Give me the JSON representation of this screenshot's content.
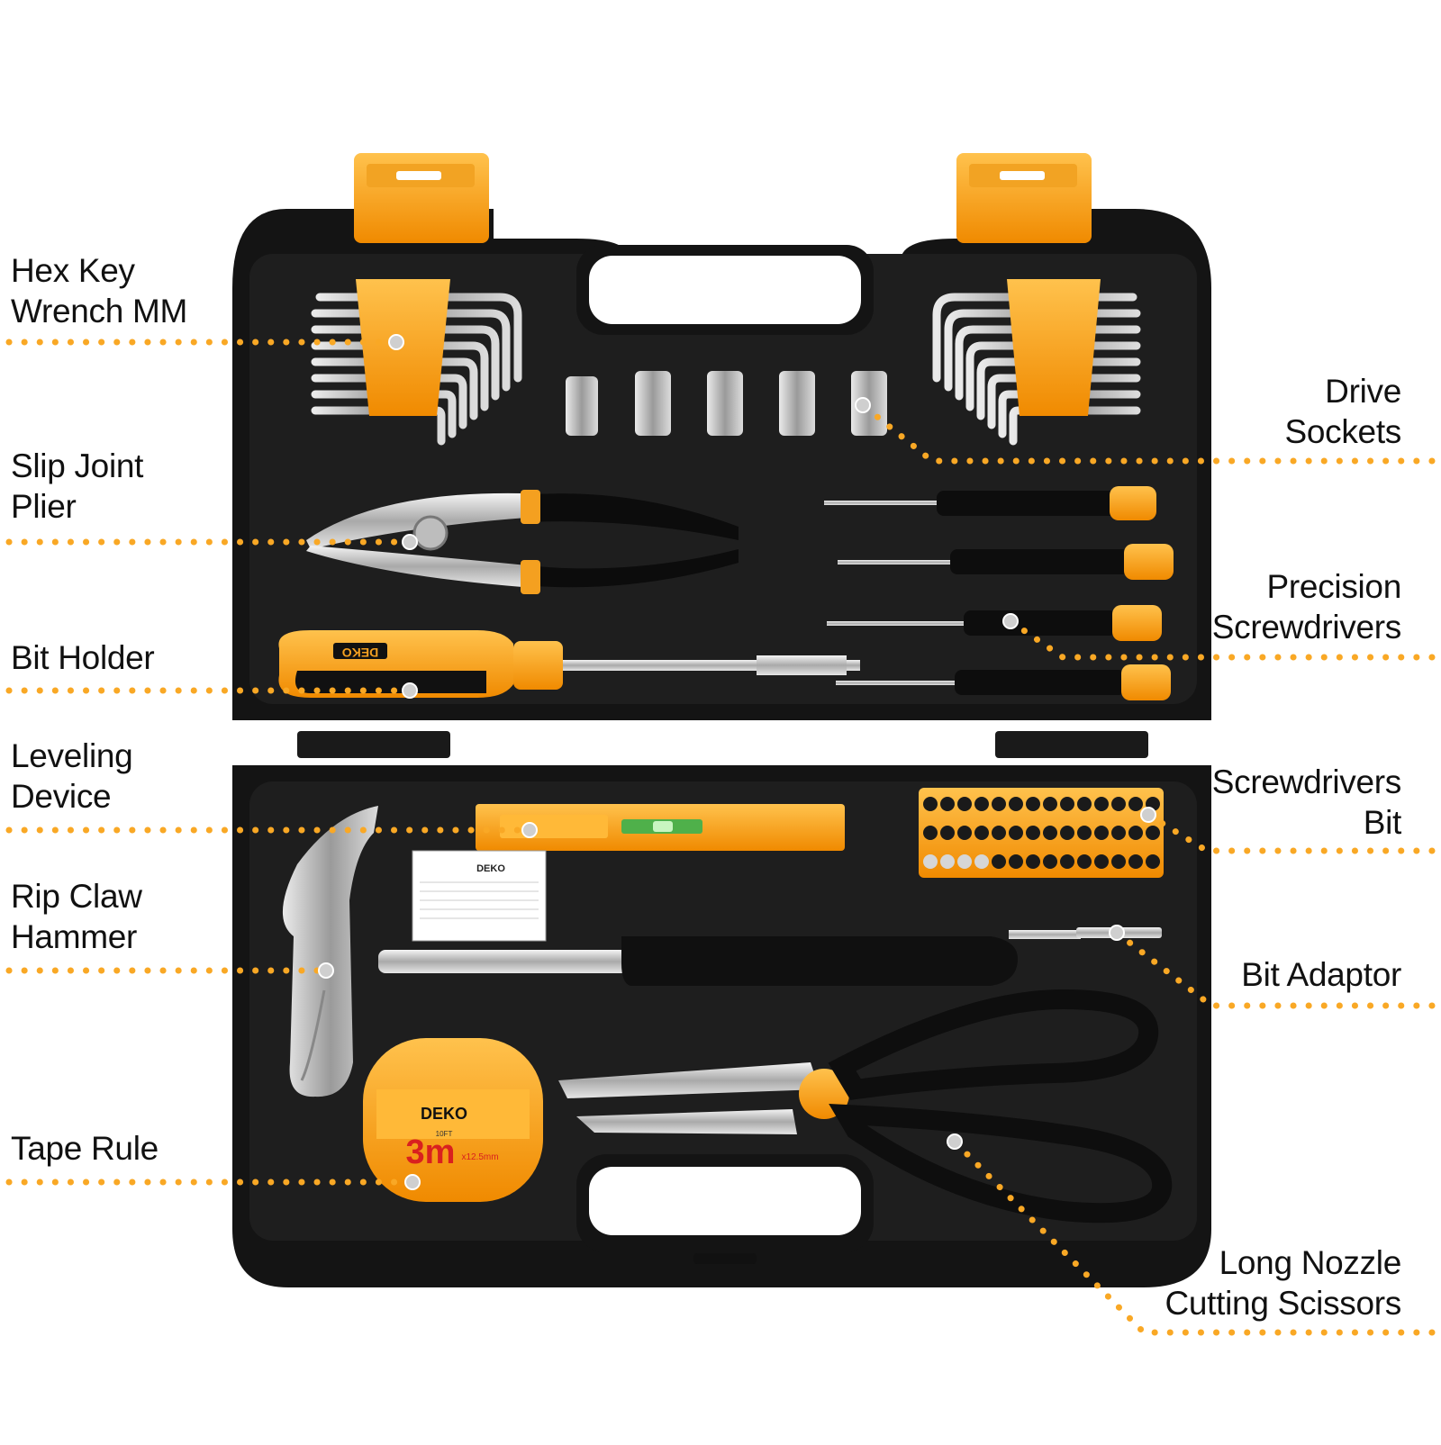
{
  "colors": {
    "accent": "#F9A825",
    "case": "#151515",
    "tray": "#232323",
    "metal": "#cfcfcf"
  },
  "brand": {
    "name": "DEKO",
    "tape_value": "3m",
    "tape_spec": "x12.5mm",
    "tape_feet": "10FT"
  },
  "callouts": {
    "hex_key": {
      "line1": "Hex Key",
      "line2": "Wrench MM"
    },
    "slip_joint": {
      "line1": "Slip Joint",
      "line2": "Plier"
    },
    "bit_holder": {
      "line1": "Bit Holder"
    },
    "leveling": {
      "line1": "Leveling",
      "line2": "Device"
    },
    "hammer": {
      "line1": "Rip Claw",
      "line2": "Hammer"
    },
    "tape": {
      "line1": "Tape Rule"
    },
    "sockets": {
      "line1": "Drive",
      "line2": "Sockets"
    },
    "precision": {
      "line1": "Precision",
      "line2": "Screwdrivers"
    },
    "bits": {
      "line1": "Screwdrivers",
      "line2": "Bit"
    },
    "adaptor": {
      "line1": "Bit Adaptor"
    },
    "scissors": {
      "line1": "Long Nozzle",
      "line2": "Cutting Scissors"
    }
  }
}
